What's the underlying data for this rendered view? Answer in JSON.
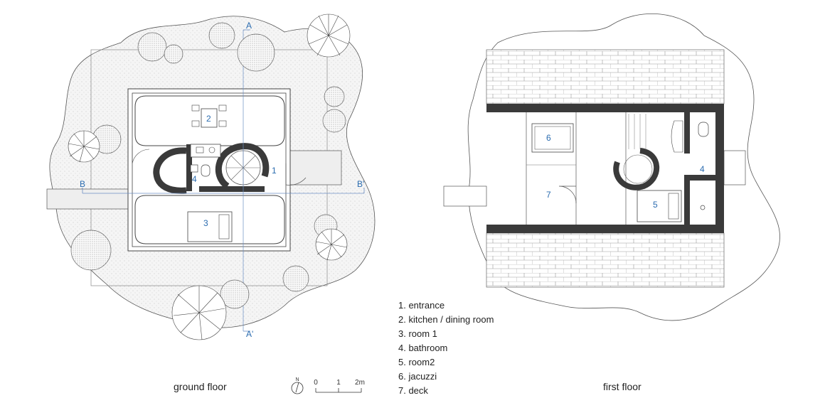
{
  "ground_floor": {
    "caption": "ground floor",
    "section_marks": {
      "a_top": "A",
      "a_bottom": "A'",
      "b_left": "B",
      "b_right": "B'"
    },
    "room_numbers": {
      "entrance": "1",
      "kitchen": "2",
      "room1": "3",
      "bathroom": "4"
    }
  },
  "first_floor": {
    "caption": "first floor",
    "room_numbers": {
      "bathroom": "4",
      "room2": "5",
      "jacuzzi": "6",
      "deck": "7"
    }
  },
  "scale_bar": {
    "north": "N",
    "ticks": [
      "0",
      "1",
      "2m"
    ]
  },
  "legend": [
    "1. entrance",
    "2. kitchen / dining room",
    "3. room 1",
    "4. bathroom",
    "5. room2",
    "6. jacuzzi",
    "7. deck"
  ],
  "colors": {
    "wall": "#3a3a3a",
    "line": "#666666",
    "accent_blue": "#2b6cb0",
    "ground": "#f2f2f2"
  }
}
